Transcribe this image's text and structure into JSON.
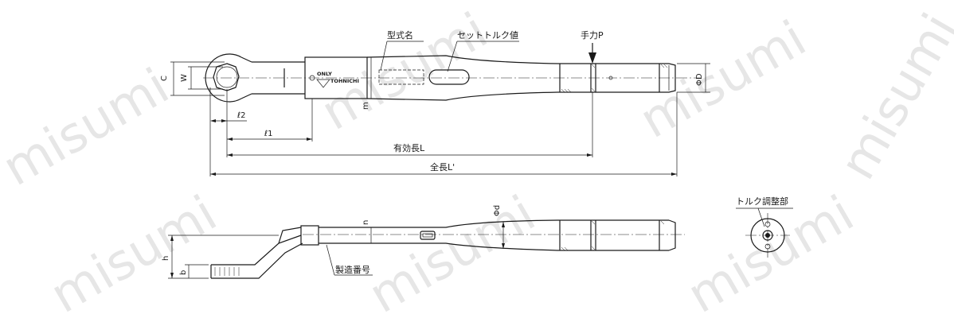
{
  "watermark": "misumi",
  "labels": {
    "model_name": "型式名",
    "set_torque_value": "セットトルク値",
    "hand_force_point": "手力P",
    "effective_length": "有効長L",
    "overall_length": "全長L'",
    "serial_number": "製造番号",
    "torque_adjustment": "トルク調整部"
  },
  "dimensions": {
    "c": "C",
    "w": "W",
    "l2": "ℓ2",
    "l1": "ℓ1",
    "m": "m",
    "phi_D": "ΦD",
    "n": "n",
    "phi_d": "Φd",
    "h": "h",
    "b": "b"
  },
  "brand": {
    "only": "ONLY",
    "maker": "TOHNICHI"
  }
}
